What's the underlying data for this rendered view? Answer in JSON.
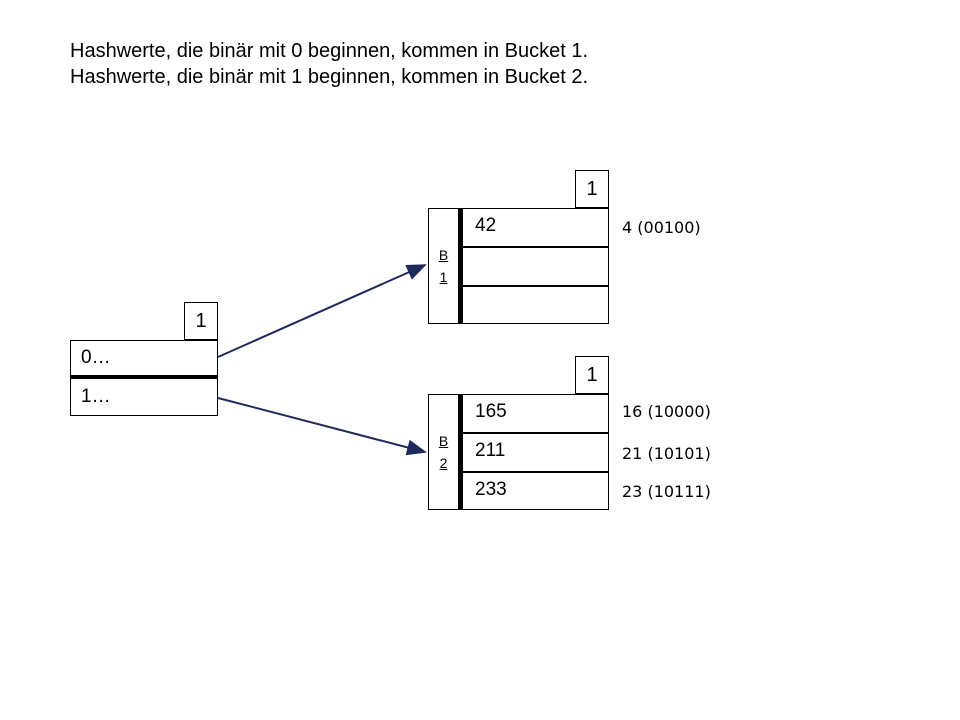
{
  "captions": [
    "Hashwerte, die binär mit 0 beginnen, kommen in Bucket 1.",
    "Hashwerte, die binär mit 1 beginnen, kommen in Bucket 2."
  ],
  "directory": {
    "global_depth": "1",
    "entries": [
      "0…",
      "1…"
    ]
  },
  "buckets": [
    {
      "label_letter": "B",
      "label_number": "1",
      "local_depth": "1",
      "slots": [
        "42",
        "",
        ""
      ],
      "hashes": [
        "4 (00100)"
      ]
    },
    {
      "label_letter": "B",
      "label_number": "2",
      "local_depth": "1",
      "slots": [
        "165",
        "211",
        "233"
      ],
      "hashes": [
        "16 (10000)",
        "21 (10101)",
        "23 (10111)"
      ]
    }
  ],
  "colors": {
    "arrow": "#1f2a5c",
    "border": "#000000"
  }
}
